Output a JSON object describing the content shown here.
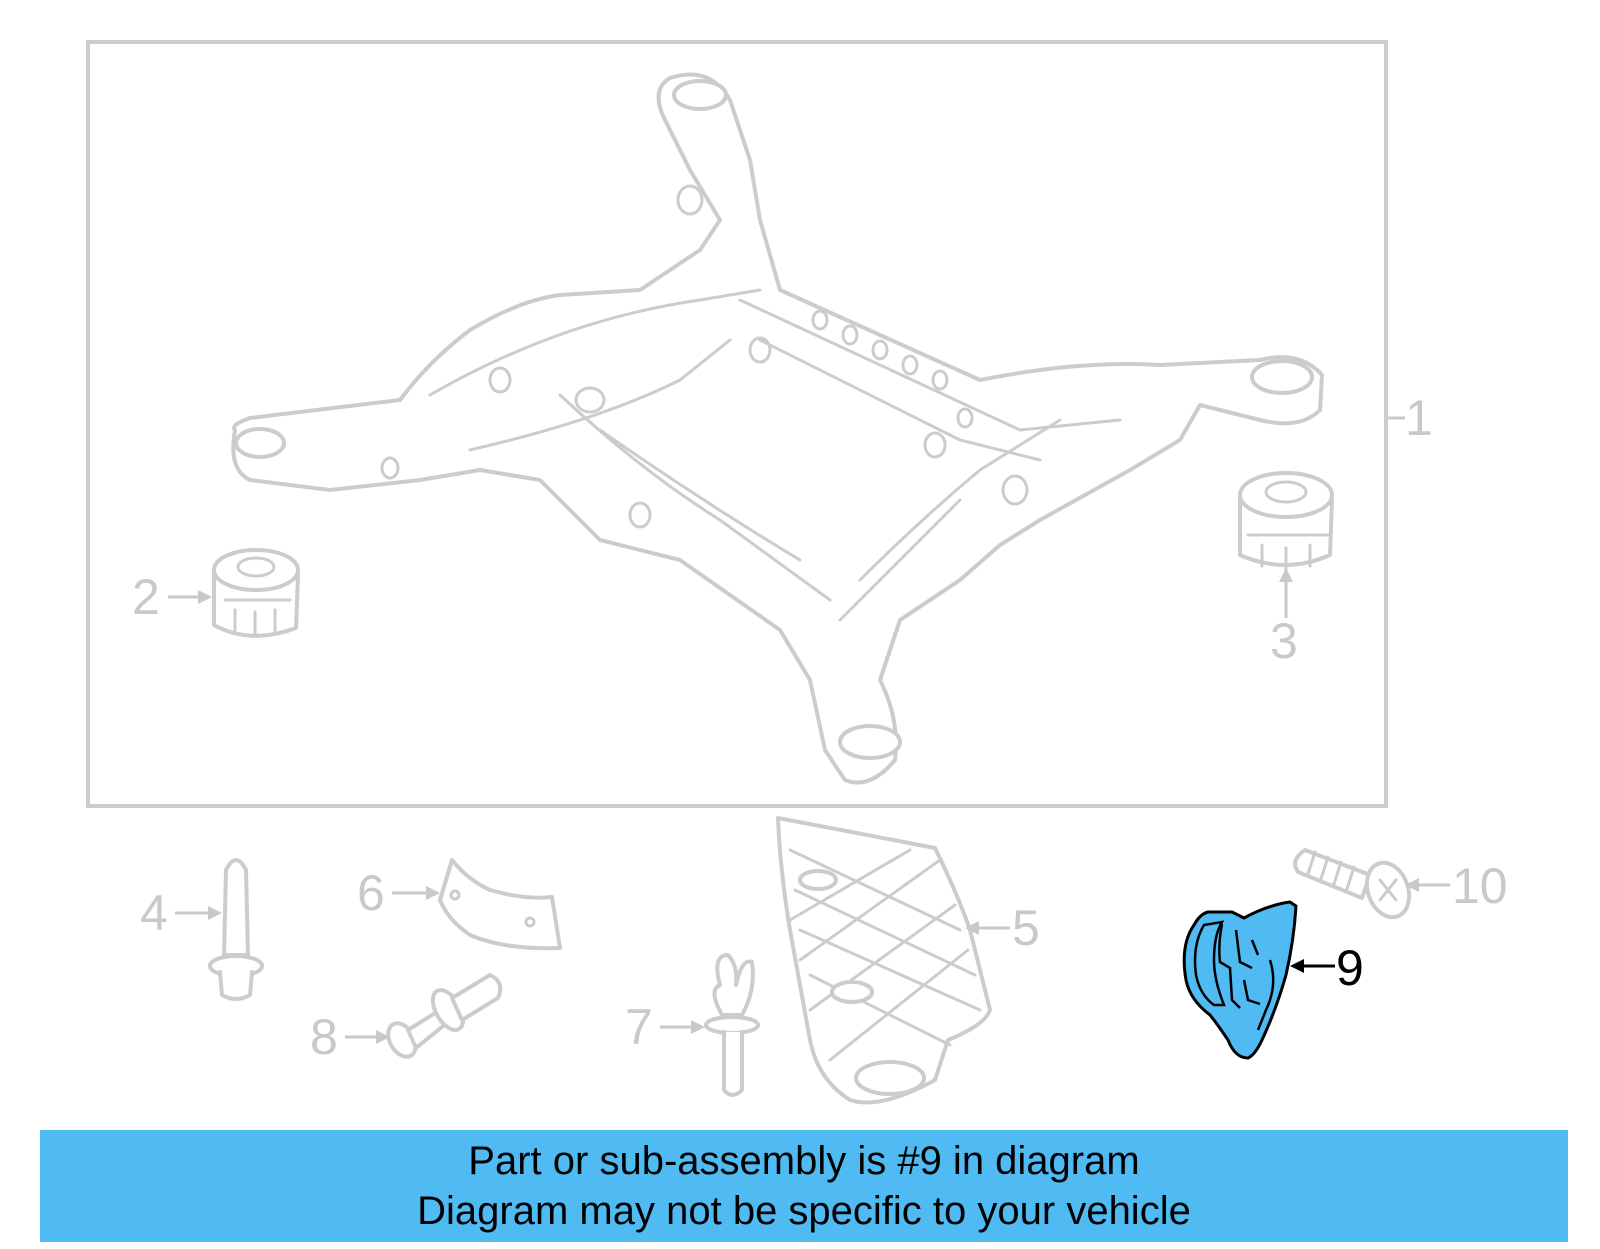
{
  "colors": {
    "banner_bg": "#4fbbf2",
    "highlight_fill": "#4fbbf2",
    "part_stroke": "#cccccc",
    "callout_gray": "#c9c9c9",
    "callout_active": "#000000"
  },
  "callouts": {
    "c1": "1",
    "c2": "2",
    "c3": "3",
    "c4": "4",
    "c5": "5",
    "c6": "6",
    "c7": "7",
    "c8": "8",
    "c9": "9",
    "c10": "10"
  },
  "highlighted_part": "9",
  "banner": {
    "line1": "Part or sub-assembly is #9 in diagram",
    "line2": "Diagram may not be specific to your vehicle"
  }
}
